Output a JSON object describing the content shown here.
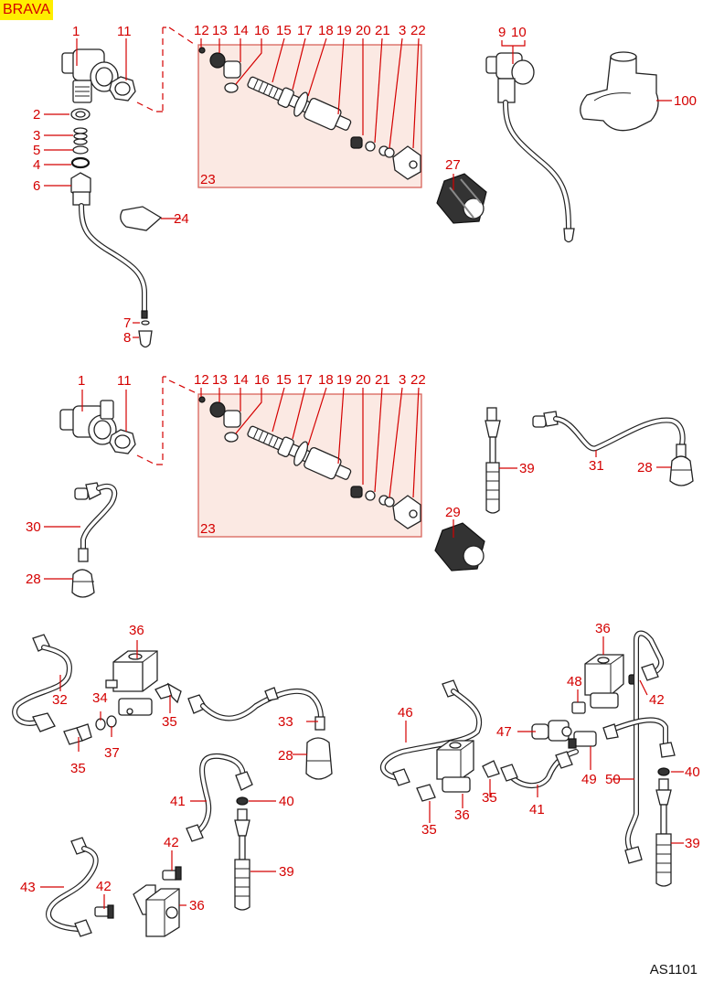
{
  "header": {
    "model_badge": "BRAVA",
    "drawing_code": "AS1101"
  },
  "colors": {
    "badge_bg": "#ffee00",
    "label_red": "#d40000",
    "kit_box_fill": "#fbe9e3",
    "kit_box_stroke": "#d9635a"
  },
  "sections": [
    {
      "name": "steam-valve-assembly-top",
      "labels": [
        "1",
        "11",
        "2",
        "3",
        "5",
        "4",
        "6",
        "24",
        "7",
        "8"
      ],
      "kit": {
        "number": "23",
        "labels": [
          "12",
          "13",
          "14",
          "16",
          "15",
          "17",
          "18",
          "19",
          "20",
          "21",
          "3",
          "22"
        ]
      },
      "extras": [
        "27",
        "9",
        "10",
        "100"
      ]
    },
    {
      "name": "steam-valve-assembly-middle",
      "labels": [
        "1",
        "11",
        "30",
        "28"
      ],
      "kit": {
        "number": "23",
        "labels": [
          "12",
          "13",
          "14",
          "16",
          "15",
          "17",
          "18",
          "19",
          "20",
          "21",
          "3",
          "22"
        ]
      },
      "extras": [
        "29",
        "39",
        "31",
        "28"
      ]
    },
    {
      "name": "solenoid-group-left",
      "labels": [
        "36",
        "32",
        "34",
        "35",
        "37",
        "35",
        "33",
        "28",
        "41",
        "40",
        "42",
        "39",
        "43",
        "42",
        "36"
      ]
    },
    {
      "name": "solenoid-group-right",
      "labels": [
        "36",
        "48",
        "42",
        "46",
        "47",
        "49",
        "50",
        "40",
        "35",
        "36",
        "35",
        "41",
        "39"
      ]
    }
  ],
  "callouts": {
    "c1a": "1",
    "c11a": "11",
    "c2": "2",
    "c3a": "3",
    "c5": "5",
    "c4": "4",
    "c6": "6",
    "c24": "24",
    "c7": "7",
    "c8": "8",
    "k1_12": "12",
    "k1_13": "13",
    "k1_14": "14",
    "k1_16": "16",
    "k1_15": "15",
    "k1_17": "17",
    "k1_18": "18",
    "k1_19": "19",
    "k1_20": "20",
    "k1_21": "21",
    "k1_3": "3",
    "k1_22": "22",
    "k1_23": "23",
    "c27": "27",
    "c9": "9",
    "c10": "10",
    "c100": "100",
    "c1b": "1",
    "c11b": "11",
    "c30": "30",
    "c28a": "28",
    "k2_12": "12",
    "k2_13": "13",
    "k2_14": "14",
    "k2_16": "16",
    "k2_15": "15",
    "k2_17": "17",
    "k2_18": "18",
    "k2_19": "19",
    "k2_20": "20",
    "k2_21": "21",
    "k2_3": "3",
    "k2_22": "22",
    "k2_23": "23",
    "c29": "29",
    "c39a": "39",
    "c31": "31",
    "c28b": "28",
    "c36a": "36",
    "c32": "32",
    "c34": "34",
    "c35a": "35",
    "c37": "37",
    "c35b": "35",
    "c33": "33",
    "c28c": "28",
    "c41a": "41",
    "c40a": "40",
    "c42a": "42",
    "c39b": "39",
    "c43": "43",
    "c42b": "42",
    "c36b": "36",
    "c36c": "36",
    "c48": "48",
    "c42c": "42",
    "c46": "46",
    "c47": "47",
    "c49": "49",
    "c50": "50",
    "c40b": "40",
    "c35c": "35",
    "c36d": "36",
    "c35d": "35",
    "c41b": "41",
    "c39c": "39"
  }
}
